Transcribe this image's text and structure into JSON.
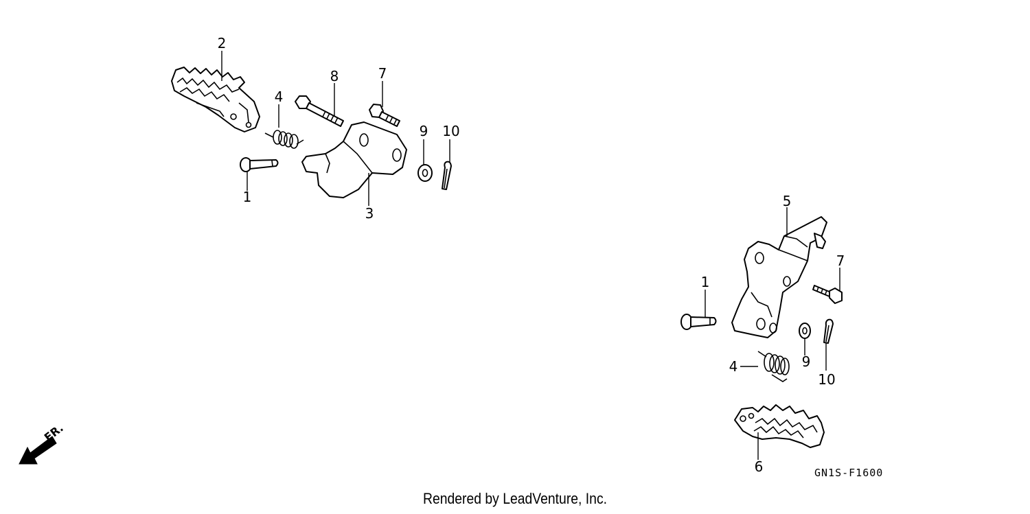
{
  "left_assembly": {
    "callouts": {
      "p1": "1",
      "p2": "2",
      "p3": "3",
      "p4": "4",
      "p7": "7",
      "p8": "8",
      "p9": "9",
      "p10": "10"
    }
  },
  "right_assembly": {
    "callouts": {
      "p1": "1",
      "p4": "4",
      "p5": "5",
      "p6": "6",
      "p7": "7",
      "p9": "9",
      "p10": "10"
    }
  },
  "diagram_code": "GN1S-F1600",
  "front_indicator": "FR.",
  "footer": "Rendered by LeadVenture, Inc."
}
